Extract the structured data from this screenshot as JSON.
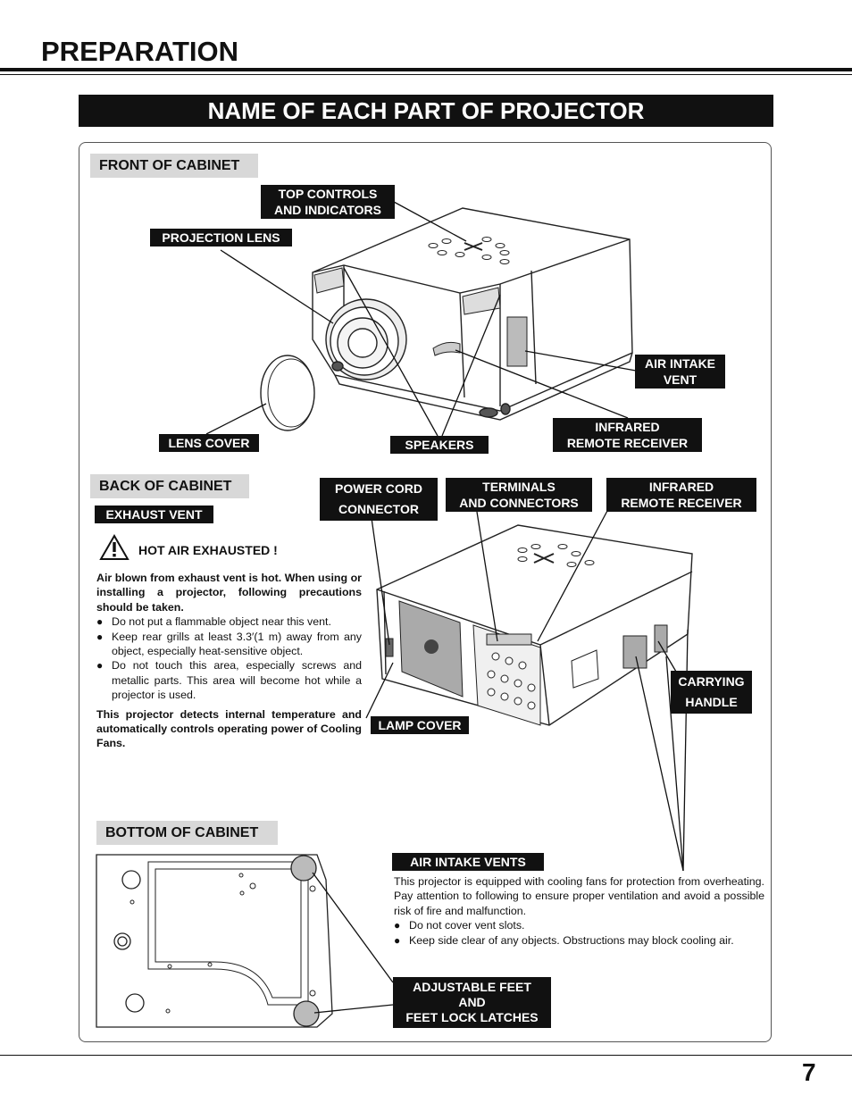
{
  "header": {
    "title": "PREPARATION",
    "banner": "NAME OF EACH PART OF PROJECTOR"
  },
  "front": {
    "section": "FRONT OF CABINET",
    "labels": {
      "top_controls": [
        "TOP CONTROLS",
        "AND INDICATORS"
      ],
      "projection_lens": "PROJECTION LENS",
      "air_intake": [
        "AIR INTAKE",
        "VENT"
      ],
      "infrared": [
        "INFRARED",
        "REMOTE RECEIVER"
      ],
      "lens_cover": "LENS COVER",
      "speakers": "SPEAKERS"
    }
  },
  "back": {
    "section": "BACK OF CABINET",
    "labels": {
      "exhaust": "EXHAUST VENT",
      "power_cord": [
        "POWER CORD",
        "CONNECTOR"
      ],
      "terminals": [
        "TERMINALS",
        "AND CONNECTORS"
      ],
      "infrared": [
        "INFRARED",
        "REMOTE RECEIVER"
      ],
      "carrying": [
        "CARRYING",
        "HANDLE"
      ],
      "lamp_cover": "LAMP COVER"
    },
    "warning": {
      "title": "HOT AIR EXHAUSTED !",
      "intro": "Air blown from exhaust vent is hot.  When using or installing a projector, following precautions should be taken.",
      "bullets": [
        "Do not put a flammable object near this vent.",
        "Keep rear grills at least 3.3′(1 m) away from any object, especially heat-sensitive object.",
        "Do not touch this area, especially screws and metallic parts.  This area will become hot while a projector is used."
      ],
      "note": "This projector detects internal temperature and automatically controls operating power of Cooling Fans."
    }
  },
  "bottom": {
    "section": "BOTTOM OF CABINET",
    "air_vents_label": "AIR INTAKE VENTS",
    "air_vents_text": "This projector is equipped with cooling fans for protection from overheating.  Pay attention to following to ensure proper ventilation and avoid a possible risk of fire and malfunction.",
    "air_vents_bullets": [
      "Do not cover vent slots.",
      "Keep side clear of any objects.  Obstructions may block cooling air."
    ],
    "feet_label": [
      "ADJUSTABLE FEET",
      "AND",
      "FEET LOCK LATCHES"
    ]
  },
  "footer": {
    "page_number": "7"
  }
}
